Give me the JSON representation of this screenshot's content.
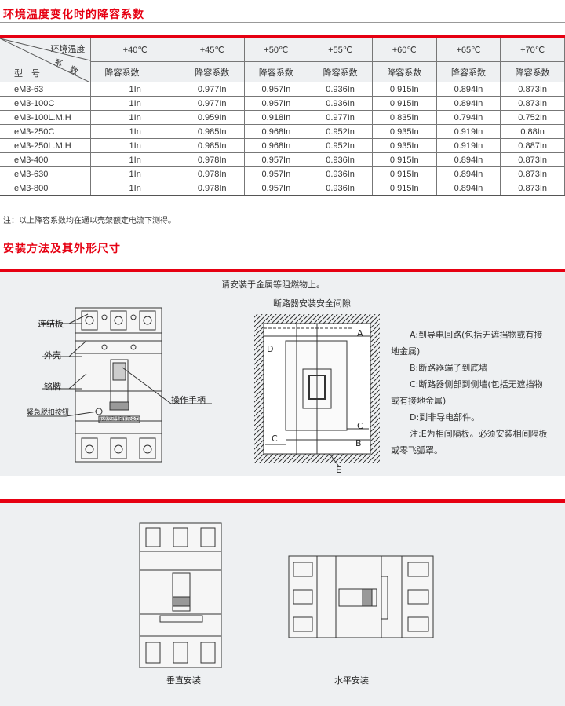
{
  "section1": {
    "title": "环境温度变化时的降容系数"
  },
  "table": {
    "corner_top": "环境温度",
    "corner_mid": "系　数",
    "corner_bottom": "型　号",
    "temps": [
      "+40℃",
      "+45℃",
      "+50℃",
      "+55℃",
      "+60℃",
      "+65℃",
      "+70℃"
    ],
    "sub": "降容系数",
    "rows": [
      [
        "eM3-63",
        "1In",
        "0.977In",
        "0.957In",
        "0.936In",
        "0.915In",
        "0.894In",
        "0.873In"
      ],
      [
        "eM3-100C",
        "1In",
        "0.977In",
        "0.957In",
        "0.936In",
        "0.915In",
        "0.894In",
        "0.873In"
      ],
      [
        "eM3-100L.M.H",
        "1In",
        "0.959In",
        "0.918In",
        "0.977In",
        "0.835In",
        "0.794In",
        "0.752In"
      ],
      [
        "eM3-250C",
        "1In",
        "0.985In",
        "0.968In",
        "0.952In",
        "0.935In",
        "0.919In",
        "0.88In"
      ],
      [
        "eM3-250L.M.H",
        "1In",
        "0.985In",
        "0.968In",
        "0.952In",
        "0.935In",
        "0.919In",
        "0.887In"
      ],
      [
        "eM3-400",
        "1In",
        "0.978In",
        "0.957In",
        "0.936In",
        "0.915In",
        "0.894In",
        "0.873In"
      ],
      [
        "eM3-630",
        "1In",
        "0.978In",
        "0.957In",
        "0.936In",
        "0.915In",
        "0.894In",
        "0.873In"
      ],
      [
        "eM3-800",
        "1In",
        "0.978In",
        "0.957In",
        "0.936In",
        "0.915In",
        "0.894In",
        "0.873In"
      ]
    ]
  },
  "note": "注：以上降容系数均在通以壳架额定电流下测得。",
  "section2": {
    "title": "安装方法及其外形尺寸"
  },
  "install": {
    "instruction": "请安装于金属等阻燃物上。",
    "clearance_title": "断路器安装安全间隙",
    "labels": {
      "connector": "连结板",
      "shell": "外壳",
      "nameplate": "铭牌",
      "trip_button": "紧急脱扣按钮",
      "handle": "操作手柄",
      "nameplate_text": "北京常熟电器有限公司"
    },
    "dims": {
      "A": "A",
      "B": "B",
      "C": "C",
      "D": "D",
      "E": "E"
    },
    "explanations": [
      "A:到导电回路(包括无遮挡物或有接地金属)",
      "B:断路器端子到底墙",
      "C:断路器侧部到侧墙(包括无遮挡物或有接地金属)",
      "D:到非导电部件。",
      "注:E为相间隔板。必须安装相间隔板或零飞弧罩。"
    ],
    "vertical": "垂直安装",
    "horizontal": "水平安装"
  }
}
